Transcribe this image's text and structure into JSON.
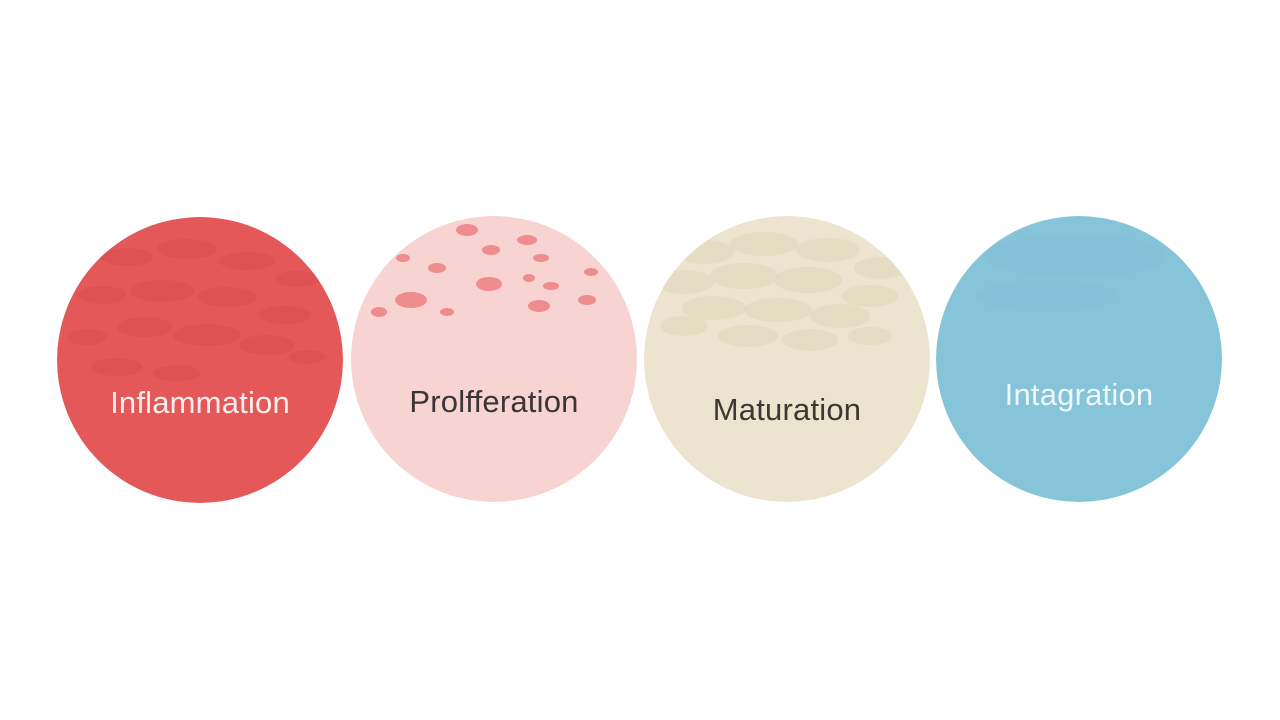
{
  "stages": [
    {
      "label": "Inflammation",
      "fill": "#e4585a",
      "text_color": "#fbeeee",
      "texture": "blotches",
      "texture_color": "#d84d50"
    },
    {
      "label": "Prolfferation",
      "fill": "#f7d3d2",
      "text_color": "#3a3536",
      "texture": "drops",
      "texture_color": "#ec7f83"
    },
    {
      "label": "Maturation",
      "fill": "#ece4cf",
      "text_color": "#3c3934",
      "texture": "scales",
      "texture_color": "#e3d9bf"
    },
    {
      "label": "Intagration",
      "fill": "#86c4da",
      "text_color": "#eef7fb",
      "texture": "plain",
      "texture_color": "#7cbbd2"
    }
  ]
}
